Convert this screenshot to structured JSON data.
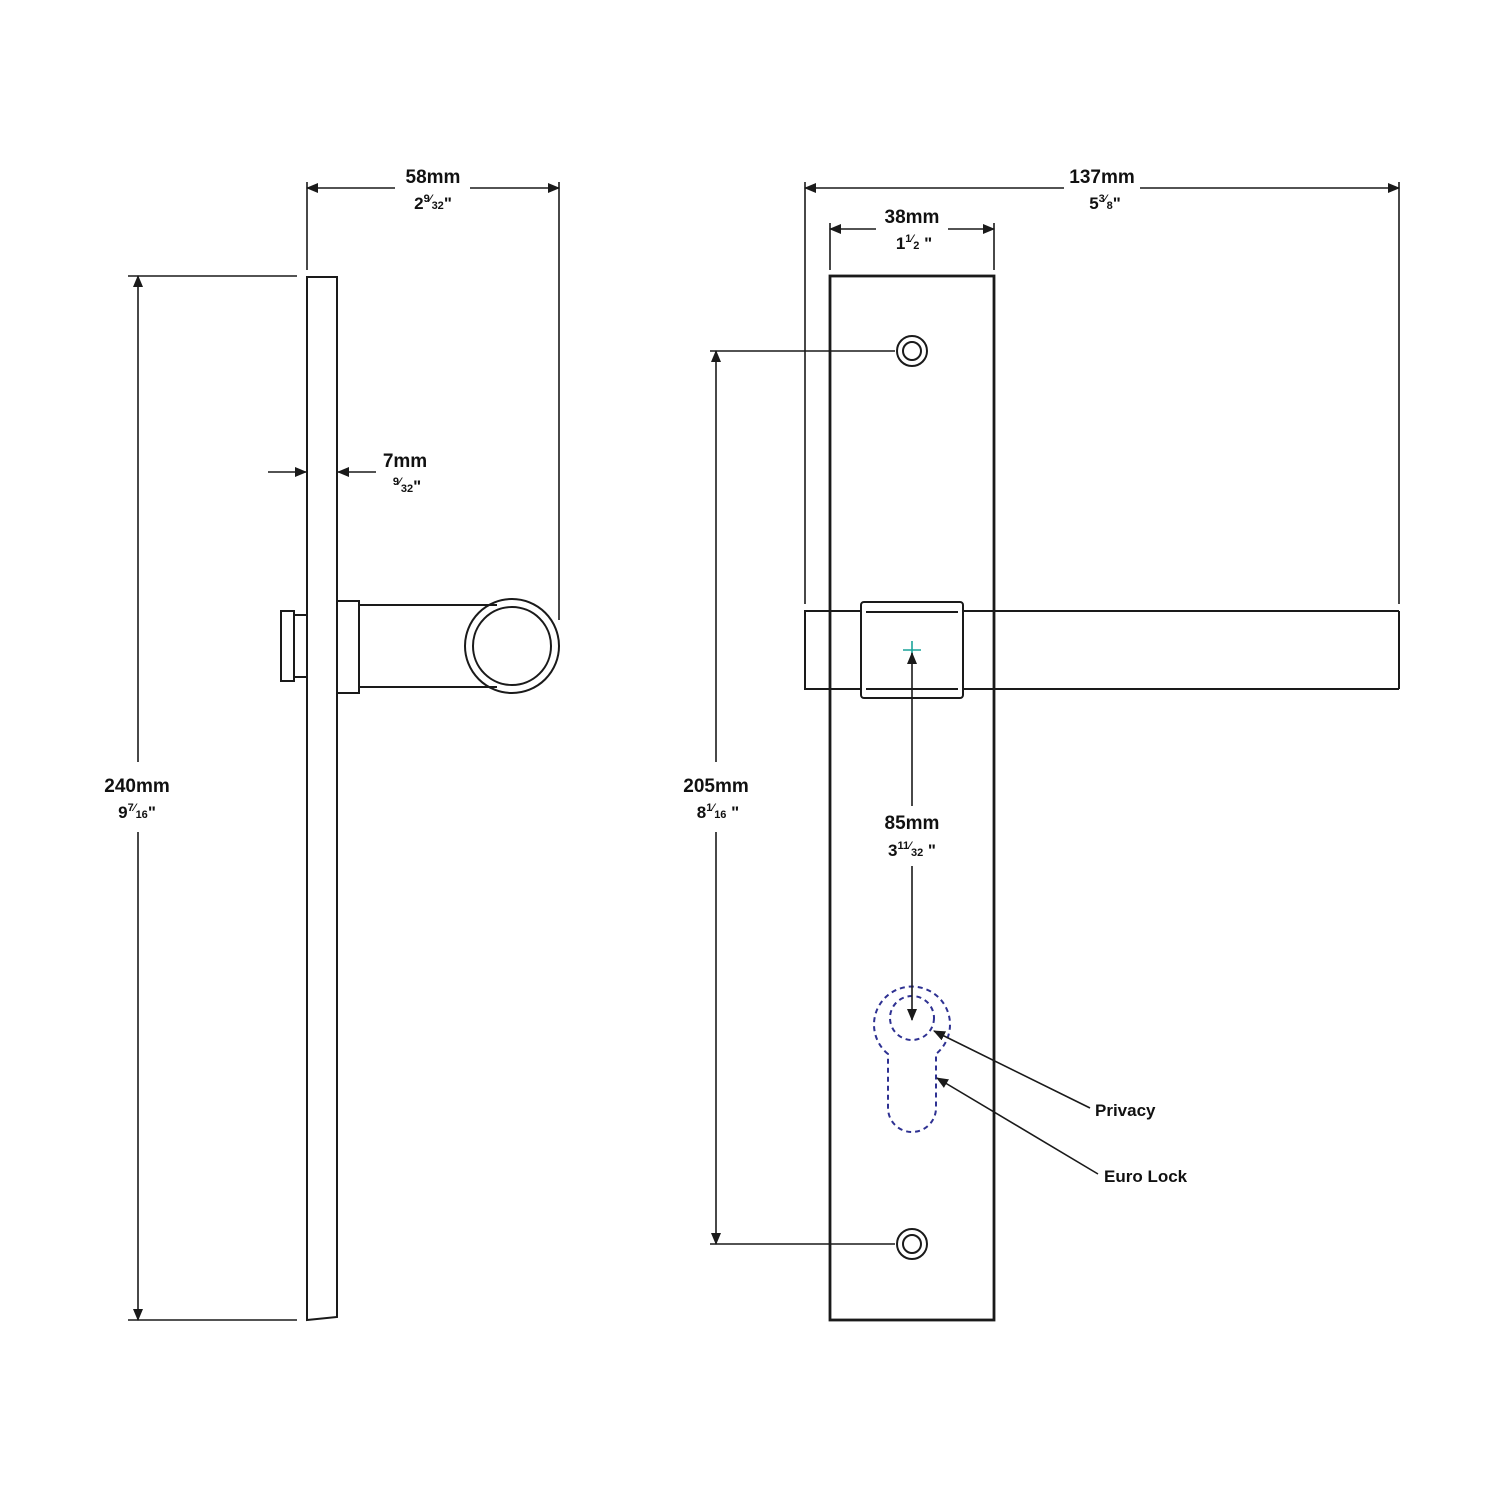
{
  "dimensions": {
    "depth": {
      "metric": "58mm",
      "whole": "2",
      "num": "9",
      "den": "32"
    },
    "thickness": {
      "metric": "7mm",
      "whole": "",
      "num": "9",
      "den": "32"
    },
    "height": {
      "metric": "240mm",
      "whole": "9",
      "num": "7",
      "den": "16"
    },
    "overall_width": {
      "metric": "137mm",
      "whole": "5",
      "num": "3",
      "den": "8"
    },
    "plate_width": {
      "metric": "38mm",
      "whole": "1",
      "num": "1",
      "den": "2"
    },
    "fixing_centres": {
      "metric": "205mm",
      "whole": "8",
      "num": "1",
      "den": "16"
    },
    "backset": {
      "metric": "85mm",
      "whole": "3",
      "num": "11",
      "den": "32"
    }
  },
  "callouts": {
    "privacy": "Privacy",
    "euro_lock": "Euro Lock"
  },
  "colors": {
    "outline": "#1a1a1a",
    "hidden_lines": "#2e3192",
    "centre_mark": "#1aa39a"
  }
}
